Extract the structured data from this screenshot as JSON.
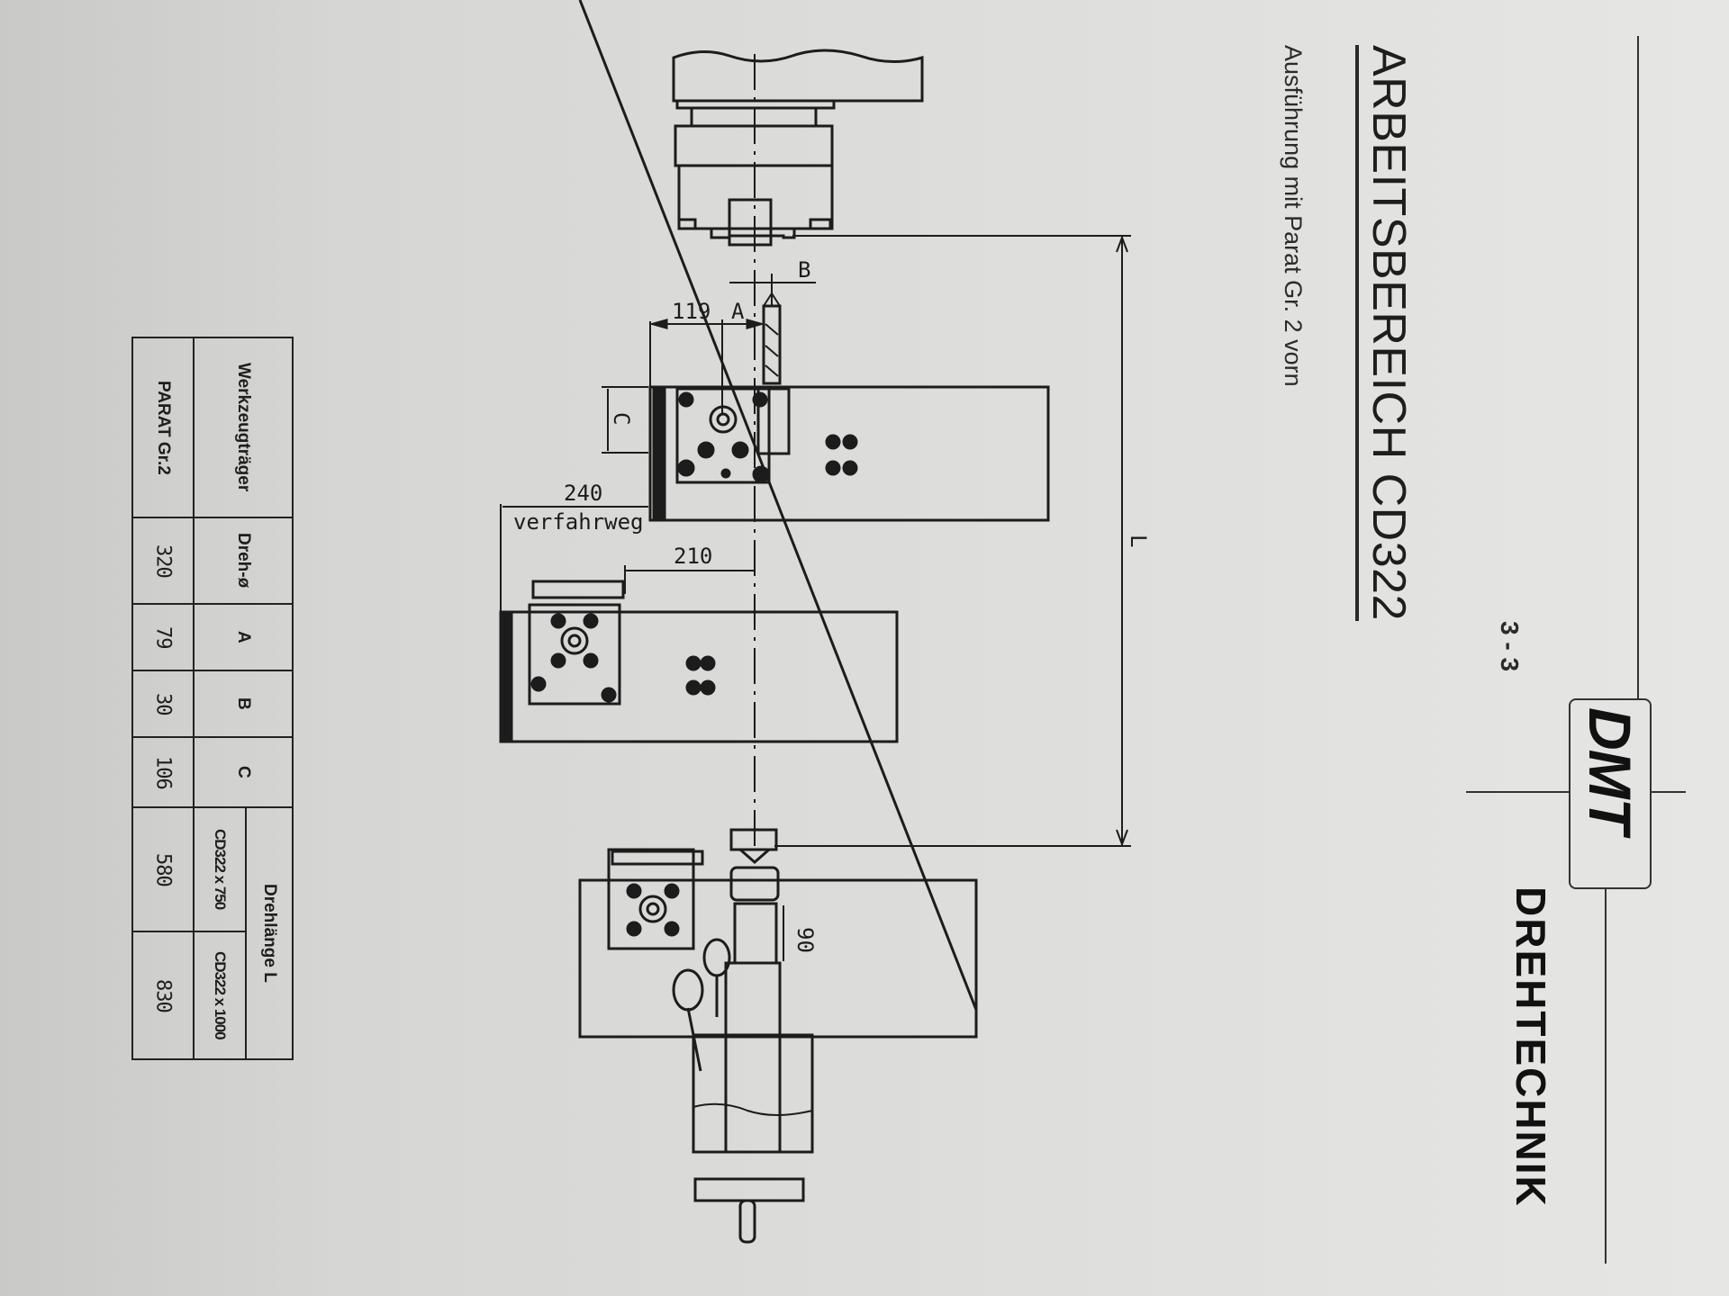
{
  "header": {
    "brand_logo": "DMT",
    "brand_name": "DREHTECHNIK",
    "page_number": "3 - 3"
  },
  "document": {
    "title": "ARBEITSBEREICH  CD322",
    "subtitle": "Ausführung mit Parat Gr. 2 vorn"
  },
  "drawing": {
    "dimensions": {
      "tool_offset": "119",
      "A": "A",
      "B": "B",
      "C": "C",
      "travel_value": "240",
      "travel_label": "verfahrweg",
      "carriage_offset": "210",
      "tailstock_quill": "90",
      "turning_length": "L"
    }
  },
  "spec_table": {
    "headers": {
      "tool_holder": "Werkzeugträger",
      "turning_diameter": "Dreh-ø",
      "A": "A",
      "B": "B",
      "C": "C",
      "turning_length": "Drehlänge L",
      "variant_750": "CD322 x 750",
      "variant_1000": "CD322 x 1000"
    },
    "rows": [
      {
        "tool_holder": "PARAT Gr.2",
        "turning_diameter": "320",
        "A": "79",
        "B": "30",
        "C": "106",
        "length_750": "580",
        "length_1000": "830"
      }
    ]
  }
}
